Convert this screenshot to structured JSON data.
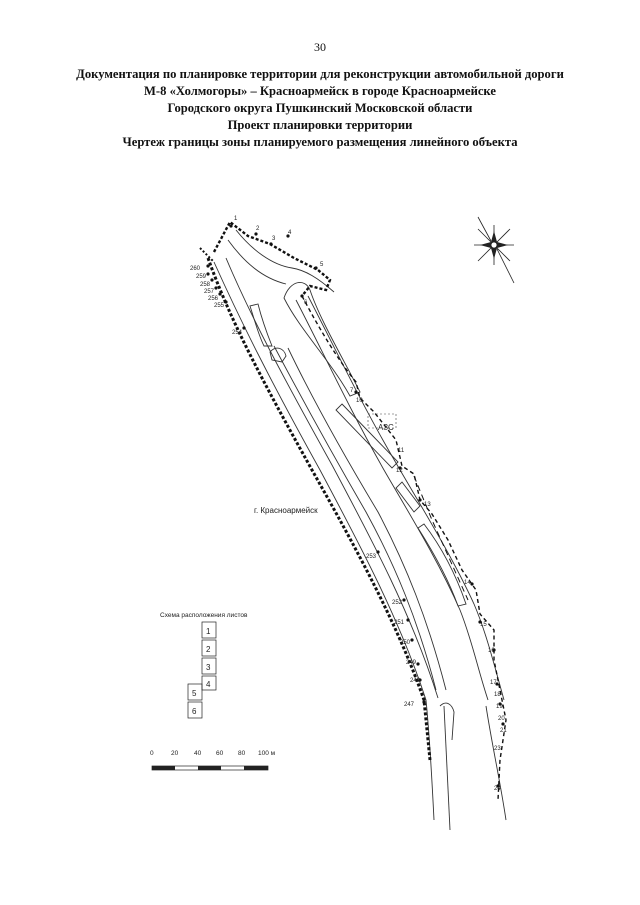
{
  "page_number": "30",
  "title_lines": [
    "Документация по планировке территории для реконструкции автомобильной дороги",
    "М-8 «Холмогоры» – Красноармейск в городе Красноармейске",
    "Городского округа Пушкинский Московской области",
    "Проект планировки территории",
    "Чертеж границы зоны планируемого размещения линейного объекта"
  ],
  "map": {
    "city_label": "г. Красноармейск",
    "gas_station_label": "АЗС",
    "point_labels_left": [
      "260",
      "259",
      "258",
      "257",
      "256",
      "255",
      "254",
      "253",
      "252",
      "251",
      "250",
      "249",
      "248",
      "247"
    ],
    "point_labels_right": [
      "1",
      "2",
      "3",
      "4",
      "5",
      "6",
      "7",
      "10",
      "11",
      "12",
      "13",
      "14",
      "15",
      "16",
      "17",
      "18",
      "19",
      "20",
      "21",
      "23",
      "24"
    ]
  },
  "sheet_scheme": {
    "title": "Схема расположения листов",
    "sheets": [
      "1",
      "2",
      "3",
      "4",
      "5",
      "6"
    ]
  },
  "scale_bar": {
    "ticks": [
      "0",
      "20",
      "40",
      "60",
      "80",
      "100 м"
    ]
  },
  "colors": {
    "ink": "#1a1a1a",
    "background": "#ffffff"
  }
}
